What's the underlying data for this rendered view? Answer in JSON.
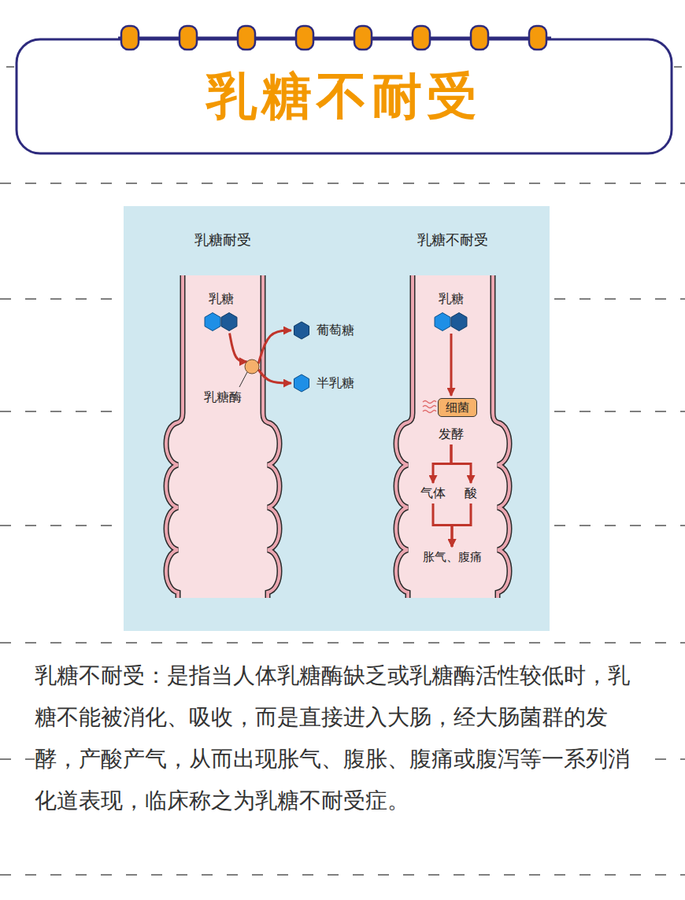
{
  "diagram": {
    "title": "乳糖不耐受",
    "caption": "乳糖不耐受：是指当人体乳糖酶缺乏或乳糖酶活性较低时，乳糖不能被消化、吸收，而是直接进入大肠，经大肠菌群的发酵，产酸产气，从而出现胀气、腹胀、腹痛或腹泻等一系列消化道表现，临床称之为乳糖不耐受症。",
    "nodes": [
      {
        "text": [
          "乳糖耐受"
        ]
      },
      {
        "text": [
          "乳糖"
        ],
        "in": 0
      },
      {
        "text": [
          "乳糖酶"
        ],
        "in": 0
      },
      {
        "text": [
          "葡萄糖"
        ]
      },
      {
        "text": [
          "半乳糖"
        ]
      },
      {
        "text": [
          "乳糖不耐受"
        ]
      },
      {
        "text": [
          "乳糖"
        ],
        "in": 5
      },
      {
        "text": [
          "细菌"
        ],
        "in": 5
      },
      {
        "text": [
          "发酵"
        ],
        "in": 5
      },
      {
        "text": [
          "气体"
        ],
        "in": 5
      },
      {
        "text": [
          "酸"
        ],
        "in": 5
      },
      {
        "text": [
          "胀气、腹痛"
        ],
        "in": 5
      }
    ],
    "edges": [
      {
        "from": 1,
        "to": 2,
        "arrow": "to"
      },
      {
        "from": 2,
        "to": 3,
        "arrow": "to"
      },
      {
        "from": 2,
        "to": 4,
        "arrow": "to"
      },
      {
        "from": 6,
        "to": 7,
        "arrow": "to"
      },
      {
        "from": 8,
        "to": 9,
        "arrow": "to"
      },
      {
        "from": 8,
        "to": 10,
        "arrow": "to"
      },
      {
        "from": 9,
        "to": 11,
        "arrow": "to"
      },
      {
        "from": 10,
        "to": 11,
        "arrow": "to"
      }
    ]
  }
}
